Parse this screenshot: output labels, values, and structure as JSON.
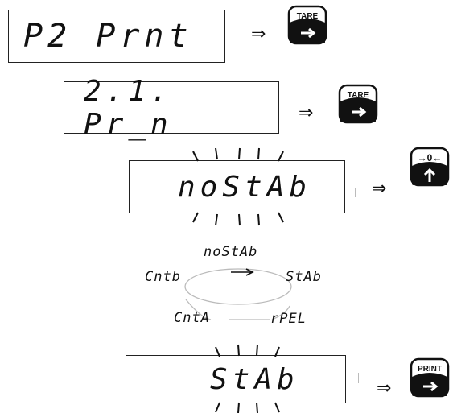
{
  "displays": [
    {
      "text": "P2 Prnt"
    },
    {
      "text": "2.1. Pr_n"
    },
    {
      "text": "noStAb"
    },
    {
      "text": "StAb"
    }
  ],
  "keys": [
    {
      "label": "TARE",
      "icon": "arrow-right-icon"
    },
    {
      "label": "TARE",
      "icon": "arrow-right-icon"
    },
    {
      "label": "→0←",
      "icon": "arrow-up-icon"
    },
    {
      "label": "PRINT",
      "icon": "arrow-right-icon"
    }
  ],
  "arrow_symbol": "⇒",
  "cycle": {
    "top": "noStAb",
    "right": "StAb",
    "bottom_right": "rPEL",
    "bottom_left": "CntA",
    "left": "Cntb"
  }
}
